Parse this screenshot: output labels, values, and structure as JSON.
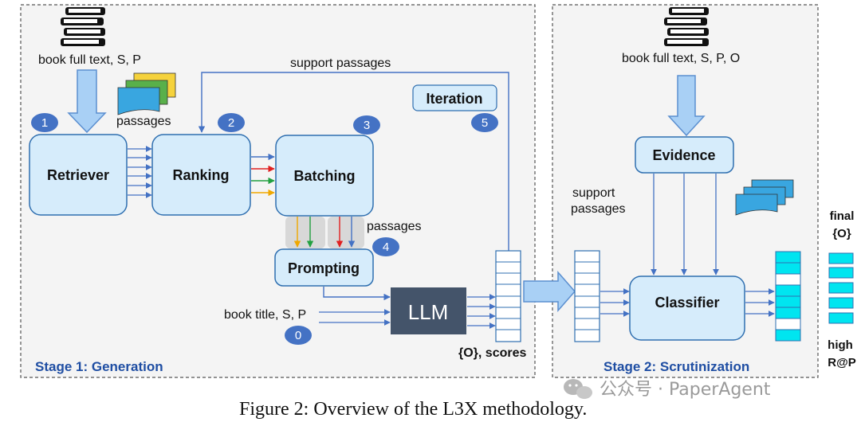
{
  "stage1": {
    "label": "Stage 1: Generation",
    "input_label": "book full text, S, P",
    "passages_label": "passages",
    "support_passages_label": "support passages",
    "boxes": {
      "retriever": "Retriever",
      "ranking": "Ranking",
      "batching": "Batching",
      "prompting": "Prompting",
      "iteration": "Iteration",
      "llm": "LLM"
    },
    "prompt_passages_label": "passages",
    "llm_input_label": "book title, S, P",
    "output_label": "{O}, scores",
    "badges": [
      "1",
      "2",
      "3",
      "4",
      "5",
      "0"
    ]
  },
  "stage2": {
    "label": "Stage 2: Scrutinization",
    "input_label": "book full text, S, P, O",
    "support_line1": "support",
    "support_line2": "passages",
    "boxes": {
      "evidence": "Evidence",
      "classifier": "Classifier"
    },
    "final_line1": "final",
    "final_line2": "{O}",
    "high_line1": "high",
    "high_line2": "R@P"
  },
  "colors": {
    "box_fill": "#d6ecfb",
    "box_stroke": "#2f6fb0",
    "badge": "#4472c4",
    "llm_fill": "#44546a",
    "cyan": "#00e5f0",
    "arrow_blue": "#4472c4",
    "arrow_red": "#e02020",
    "arrow_green": "#22a040",
    "arrow_orange": "#f0a800"
  },
  "watermark": "公众号 · PaperAgent",
  "caption": "Figure 2: Overview of the L3X methodology."
}
